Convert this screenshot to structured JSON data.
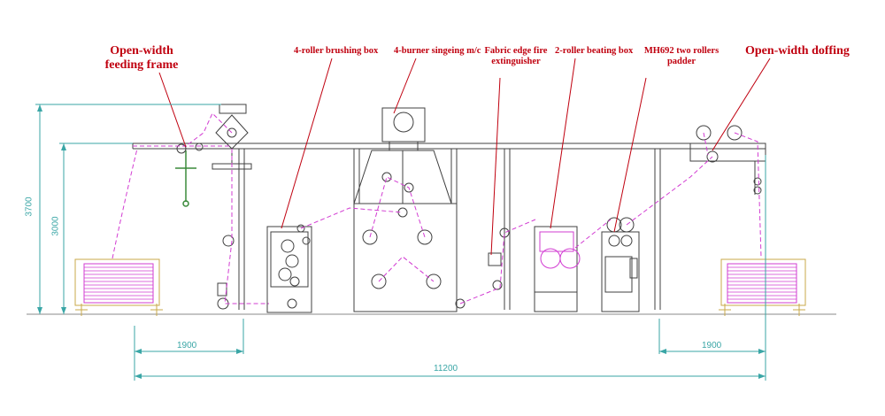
{
  "labels": {
    "feeding_frame_line1": "Open-width",
    "feeding_frame_line2": "feeding frame",
    "brushing_box": "4-roller brushing box",
    "singeing": "4-burner singeing m/c",
    "fire_extinguisher_line1": "Fabric edge fire",
    "fire_extinguisher_line2": "extinguisher",
    "beating_box": "2-roller beating box",
    "padder_line1": "MH692 two rollers",
    "padder_line2": "padder",
    "doffing": "Open-width doffing"
  },
  "dimensions": {
    "height_outer": "3700",
    "height_inner": "3000",
    "left_span": "1900",
    "right_span": "1900",
    "total_length": "11200"
  },
  "colors": {
    "label": "#c0000f",
    "structure": "#404040",
    "fabric_path": "#d23cd2",
    "dimension": "#3aa6a6",
    "base": "#8a8a8a"
  }
}
